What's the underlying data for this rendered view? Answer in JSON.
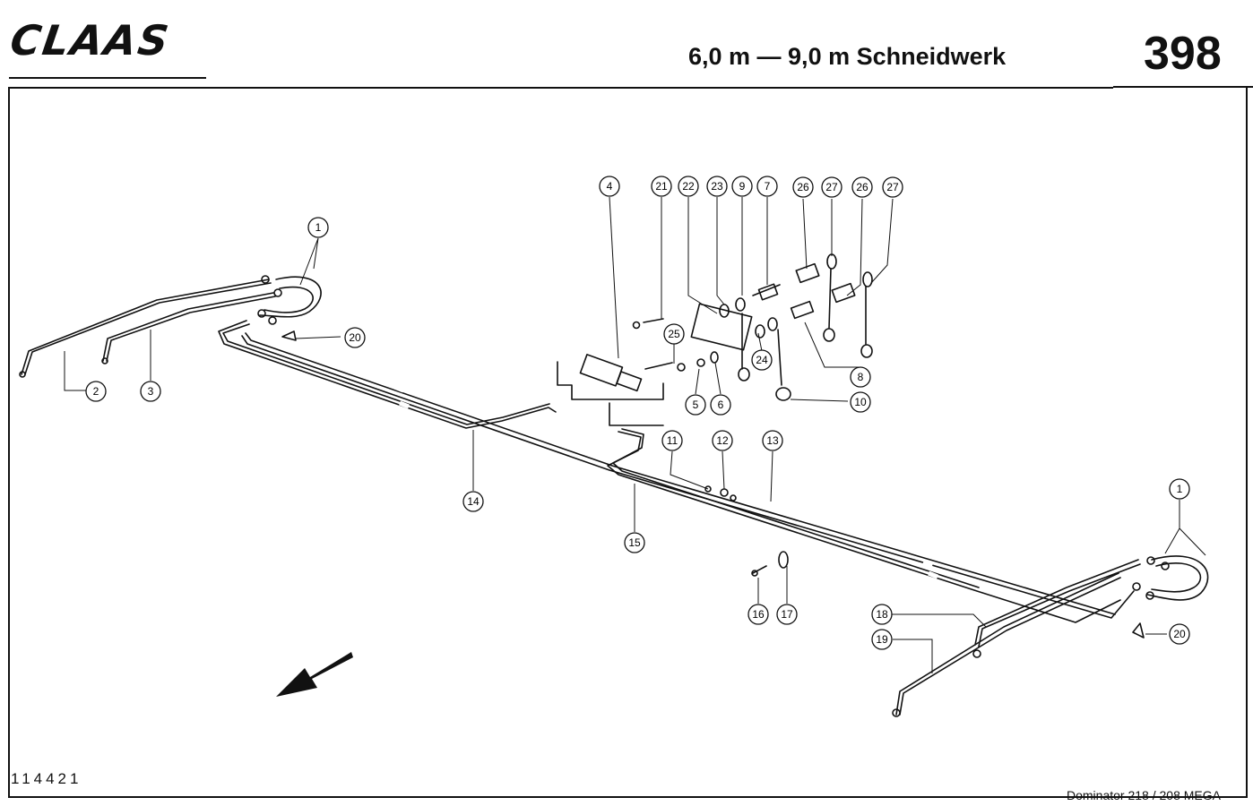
{
  "header": {
    "brand": "CLAAS",
    "title": "6,0 m — 9,0 m Schneidwerk",
    "page_number": "398"
  },
  "footer": {
    "drawing_number": "114421",
    "model": "Dominator 218 / 208 MEGA"
  },
  "callouts": {
    "c1a": "1",
    "c1b": "1",
    "c2": "2",
    "c3": "3",
    "c4": "4",
    "c5": "5",
    "c6": "6",
    "c7": "7",
    "c8": "8",
    "c9": "9",
    "c10": "10",
    "c11": "11",
    "c12": "12",
    "c13": "13",
    "c14": "14",
    "c15": "15",
    "c16": "16",
    "c17": "17",
    "c18": "18",
    "c19": "19",
    "c20a": "20",
    "c20b": "20",
    "c21": "21",
    "c22": "22",
    "c23": "23",
    "c24": "24",
    "c25": "25",
    "c26a": "26",
    "c26b": "26",
    "c27a": "27",
    "c27b": "27"
  },
  "colors": {
    "ink": "#111111",
    "paper": "#ffffff"
  }
}
